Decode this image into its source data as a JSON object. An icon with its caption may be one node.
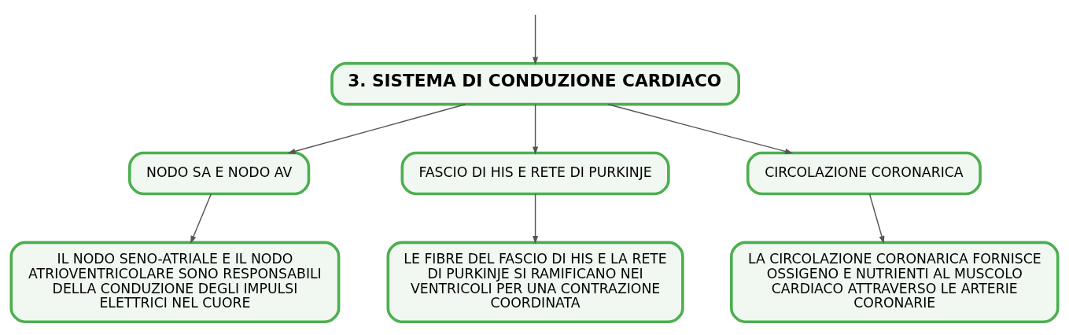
{
  "diagram": {
    "nodes": [
      {
        "text": [
          "3. SISTEMA DI CONDUZIONE CARDIACO"
        ]
      },
      {
        "text": [
          "NODO SA E NODO AV"
        ]
      },
      {
        "text": [
          "FASCIO DI HIS E RETE DI PURKINJE"
        ]
      },
      {
        "text": [
          "CIRCOLAZIONE CORONARICA"
        ]
      },
      {
        "text": [
          "IL NODO SENO-ATRIALE E IL NODO ATRIOVENTRICOLARE SONO RESPONSABILI DELLA CONDUZIONE DEGLI IMPULSI ELETTRICI NEL CUORE"
        ]
      },
      {
        "text": [
          "LE FIBRE DEL FASCIO DI HIS E LA RETE DI PURKINJE SI RAMIFICANO NEI VENTRICOLI PER UNA CONTRAZIONE COORDINATA"
        ]
      },
      {
        "text": [
          "LA CIRCOLAZIONE CORONARICA FORNISCE OSSIGENO E NUTRIENTI AL MUSCOLO CARDIACO ATTRAVERSO LE ARTERIE CORONARIE"
        ]
      }
    ],
    "edges": [
      {
        "from": null,
        "to": 0,
        "arrow": "to"
      },
      {
        "from": 0,
        "to": 1,
        "arrow": "to"
      },
      {
        "from": 0,
        "to": 2,
        "arrow": "to"
      },
      {
        "from": 0,
        "to": 3,
        "arrow": "to"
      },
      {
        "from": 1,
        "to": 4,
        "arrow": "to"
      },
      {
        "from": 2,
        "to": 5,
        "arrow": "to"
      },
      {
        "from": 3,
        "to": 6,
        "arrow": "to"
      }
    ]
  }
}
